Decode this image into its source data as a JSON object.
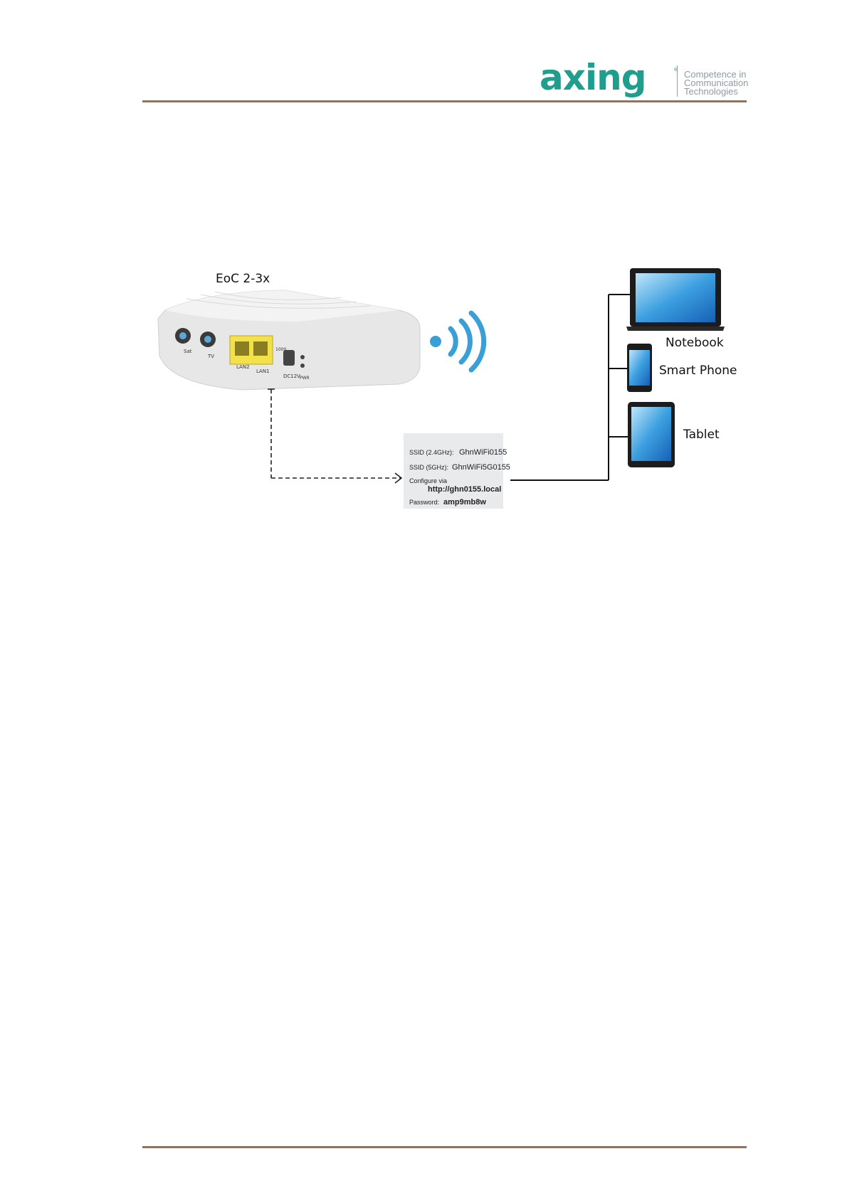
{
  "header": {
    "brand": "axing",
    "tagline": [
      "Competence in",
      "Communication",
      "Technologies"
    ]
  },
  "diagram": {
    "device_label": "EoC 2-3x",
    "device_ports": {
      "sat": "Sat",
      "tv": "TV",
      "lan2": "LAN2",
      "lan1": "LAN1",
      "dc": "DC12V",
      "pwr": "PWR",
      "speed": "1000"
    },
    "devices": [
      "Notebook",
      "Smart Phone",
      "Tablet"
    ],
    "sticker": {
      "ssid24_label": "SSID (2.4GHz):",
      "ssid24_value": "GhnWiFi0155",
      "ssid5_label": "SSID (5GHz):",
      "ssid5_value": "GhnWiFi5G0155",
      "configure_label": "Configure via",
      "configure_url": "http://ghn0155.local",
      "password_label": "Password:",
      "password_value": "amp9mb8w"
    }
  },
  "colors": {
    "rule": "#a06f4c",
    "brand_teal": "#1f9e8e",
    "wifi_blue": "#3a9fd6",
    "lan_yellow": "#f3e14a"
  }
}
